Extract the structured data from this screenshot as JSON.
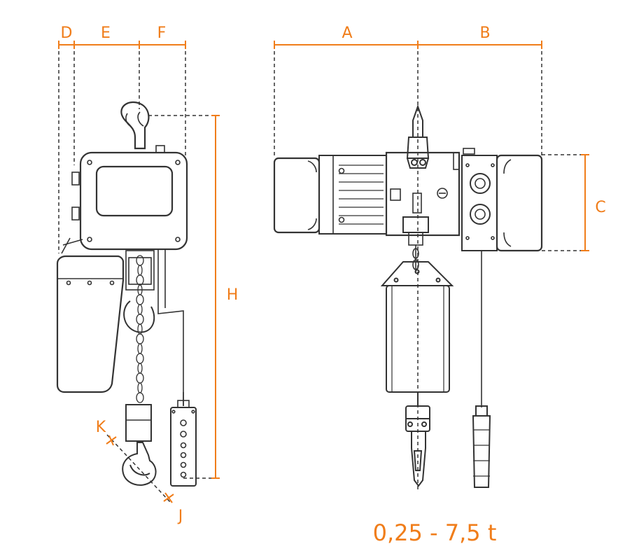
{
  "accent_color": "#f07d1a",
  "line_color": "#333333",
  "dimension_labels": {
    "D": "D",
    "E": "E",
    "F": "F",
    "A": "A",
    "B": "B",
    "C": "C",
    "H": "H",
    "K": "K",
    "J": "J"
  },
  "capacity": "0,25 - 7,5 t"
}
